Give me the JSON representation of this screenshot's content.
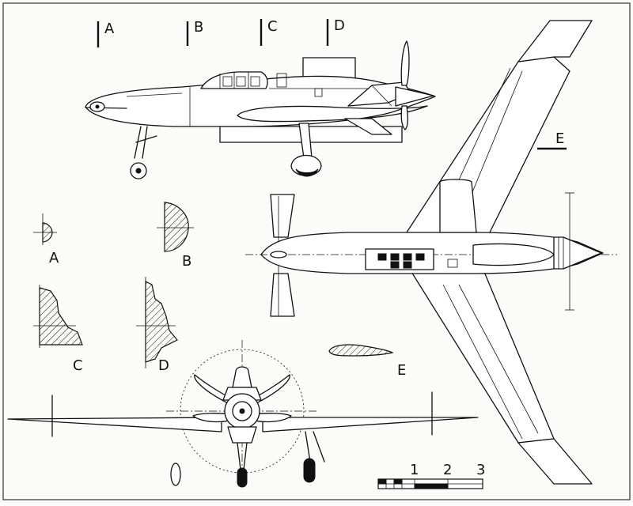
{
  "section_labels": {
    "a_top": "A",
    "b_top": "B",
    "c_top": "C",
    "d_top": "D",
    "e_marker": "E",
    "a_section": "A",
    "b_section": "B",
    "c_section": "C",
    "d_section": "D",
    "e_section": "E"
  },
  "scale": {
    "tick_1": "1",
    "tick_2": "2",
    "tick_3": "3"
  }
}
